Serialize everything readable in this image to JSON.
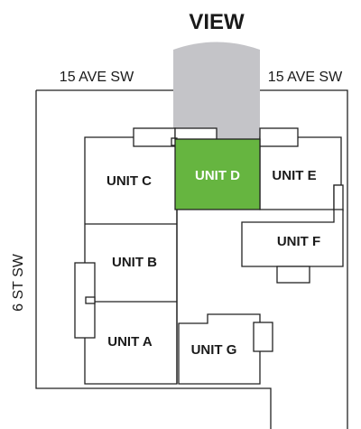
{
  "view_label": "VIEW",
  "streets": {
    "top_left": "15 AVE SW",
    "top_right": "15 AVE SW",
    "left": "6 ST SW"
  },
  "units": {
    "a": "UNIT A",
    "b": "UNIT B",
    "c": "UNIT C",
    "d": "UNIT D",
    "e": "UNIT E",
    "f": "UNIT F",
    "g": "UNIT G"
  },
  "colors": {
    "highlight": "#66b540",
    "view_cone": "#c4c4c8",
    "line": "#222222"
  }
}
